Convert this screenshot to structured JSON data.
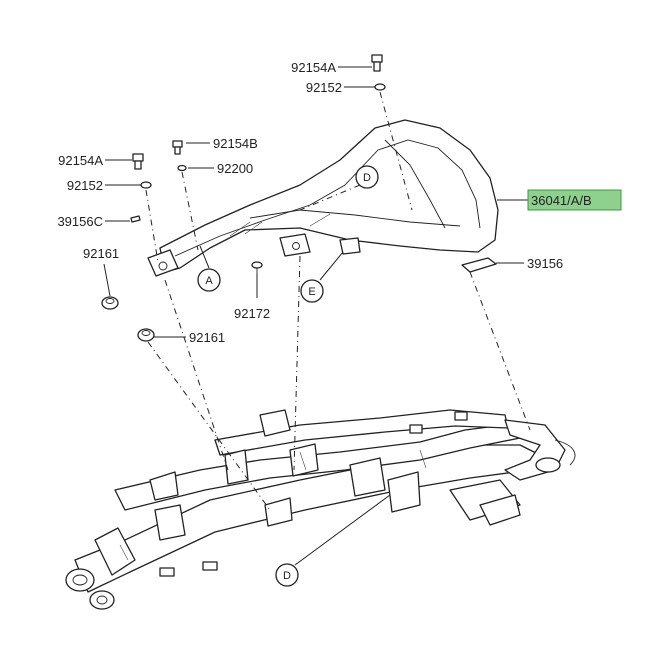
{
  "callouts": [
    {
      "id": "c1",
      "label": "92154A"
    },
    {
      "id": "c2",
      "label": "92152"
    },
    {
      "id": "c3",
      "label": "92154B"
    },
    {
      "id": "c4",
      "label": "92200"
    },
    {
      "id": "c5",
      "label": "92154A"
    },
    {
      "id": "c6",
      "label": "92152"
    },
    {
      "id": "c7",
      "label": "39156C"
    },
    {
      "id": "c8",
      "label": "92161"
    },
    {
      "id": "c9",
      "label": "92161"
    },
    {
      "id": "c10",
      "label": "92172"
    },
    {
      "id": "c11",
      "label": "36041/A/B"
    },
    {
      "id": "c12",
      "label": "39156"
    }
  ],
  "reference_marks": [
    {
      "id": "r1",
      "letter": "D"
    },
    {
      "id": "r2",
      "letter": "A"
    },
    {
      "id": "r3",
      "letter": "E"
    },
    {
      "id": "r4",
      "letter": "D"
    }
  ],
  "colors": {
    "line": "#222222",
    "highlight_fill": "#8ed08e",
    "highlight_stroke": "#3e9a3e",
    "background": "#ffffff"
  }
}
